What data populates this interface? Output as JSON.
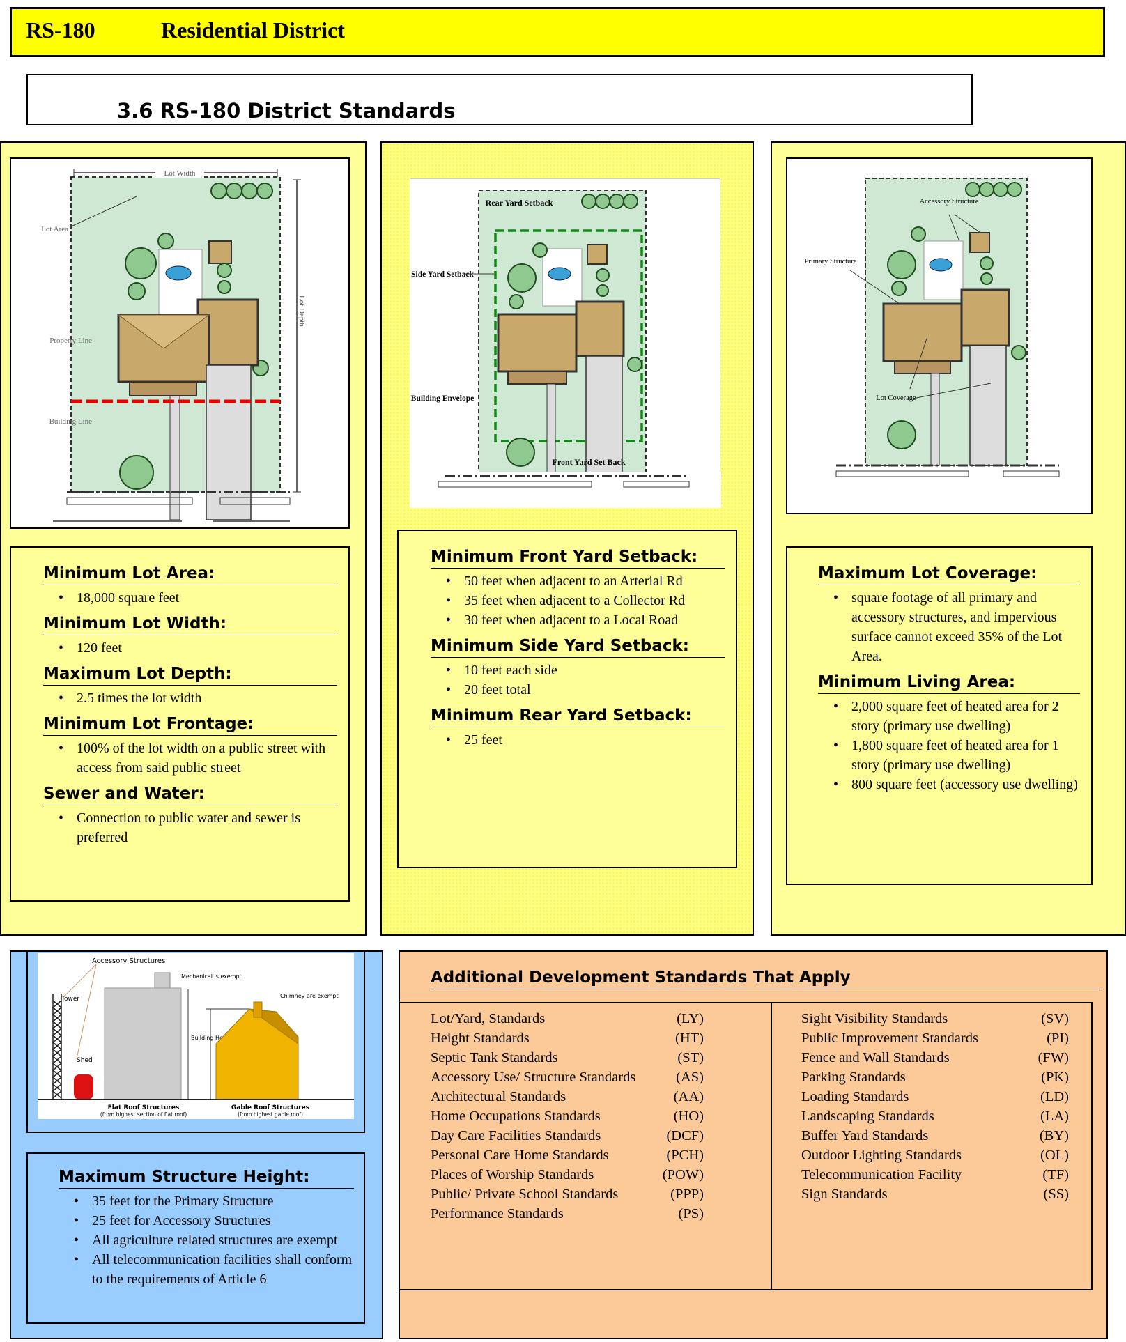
{
  "header": {
    "district_code": "RS-180",
    "district_name": "Residential District"
  },
  "standards_title": "3.6 RS-180  District Standards",
  "diagram1": {
    "labels": {
      "lot_width": "Lot Width",
      "lot_area": "Lot Area",
      "property_line": "Property Line",
      "building_line": "Building Line",
      "lot_depth": "Lot Depth"
    }
  },
  "diagram2": {
    "labels": {
      "rear_yard": "Rear Yard Setback",
      "side_yard": "Side Yard Setback",
      "building_envelope": "Building Envelope",
      "front_yard": "Front Yard Set Back"
    }
  },
  "diagram3": {
    "labels": {
      "accessory": "Accessory Structure",
      "primary": "Primary Structure",
      "lot_coverage": "Lot Coverage"
    }
  },
  "diagram4": {
    "labels": {
      "accessory": "Accessory Structures",
      "tower": "Tower",
      "mechanical": "Mechanical is exempt",
      "chimney": "Chimney are exempt",
      "shed": "Shed",
      "building_height": "Building Height",
      "flat_roof": "Flat Roof Structures",
      "flat_roof_sub": "(from highest section of flat roof)",
      "gable_roof": "Gable Roof Structures",
      "gable_roof_sub": "(from highest gable roof)"
    }
  },
  "lot_standards": {
    "sections": [
      {
        "heading": "Minimum Lot Area:",
        "items": [
          "18,000 square feet"
        ]
      },
      {
        "heading": "Minimum Lot Width:",
        "items": [
          "120 feet"
        ]
      },
      {
        "heading": "Maximum Lot Depth:",
        "items": [
          "2.5 times the lot width"
        ]
      },
      {
        "heading": "Minimum Lot Frontage:",
        "items": [
          "100% of the lot width on a public street with access from said public  street"
        ]
      },
      {
        "heading": "Sewer and Water:",
        "items": [
          "Connection to public water and sewer is preferred"
        ]
      }
    ]
  },
  "setback_standards": {
    "sections": [
      {
        "heading": "Minimum Front Yard Setback:",
        "items": [
          "50 feet when adjacent to an Arterial Rd",
          "35 feet when adjacent to a Collector Rd",
          "30 feet when adjacent to a Local Road"
        ]
      },
      {
        "heading": "Minimum Side Yard Setback:",
        "items": [
          "10 feet each side",
          "20 feet total"
        ]
      },
      {
        "heading": "Minimum Rear Yard Setback:",
        "items": [
          "25 feet"
        ]
      }
    ]
  },
  "coverage_standards": {
    "sections": [
      {
        "heading": "Maximum Lot Coverage:",
        "items": [
          "square footage of all primary and accessory structures, and impervious surface cannot exceed 35% of the Lot Area."
        ]
      },
      {
        "heading": "Minimum Living Area:",
        "items": [
          "2,000 square feet of heated area for 2 story (primary use dwelling)",
          "1,800 square feet of heated area for 1 story (primary use dwelling)",
          "800 square feet (accessory use dwelling)"
        ]
      }
    ]
  },
  "height_standards": {
    "heading": "Maximum Structure Height:",
    "items": [
      "35 feet for the Primary Structure",
      "25 feet for Accessory Structures",
      "All agriculture related structures are exempt",
      "All telecommunication facilities shall conform to the requirements of Article 6"
    ]
  },
  "additional": {
    "heading": "Additional Development Standards That Apply",
    "left": [
      {
        "label": "Lot/Yard, Standards",
        "code": "(LY)"
      },
      {
        "label": "Height Standards",
        "code": "(HT)"
      },
      {
        "label": "Septic Tank Standards",
        "code": "(ST)"
      },
      {
        "label": "Accessory Use/ Structure Standards",
        "code": "(AS)"
      },
      {
        "label": "Architectural Standards",
        "code": "(AA)"
      },
      {
        "label": "Home Occupations Standards",
        "code": "(HO)"
      },
      {
        "label": "Day Care Facilities Standards",
        "code": "(DCF)"
      },
      {
        "label": "Personal Care Home Standards",
        "code": "(PCH)"
      },
      {
        "label": "Places of Worship Standards",
        "code": "(POW)"
      },
      {
        "label": "Public/ Private School Standards",
        "code": "(PPP)"
      },
      {
        "label": "Performance Standards",
        "code": "(PS)"
      }
    ],
    "right": [
      {
        "label": "Sight Visibility Standards",
        "code": "(SV)"
      },
      {
        "label": "Public Improvement Standards",
        "code": "(PI)"
      },
      {
        "label": "Fence and Wall Standards",
        "code": "(FW)"
      },
      {
        "label": "Parking Standards",
        "code": "(PK)"
      },
      {
        "label": "Loading Standards",
        "code": "(LD)"
      },
      {
        "label": "Landscaping Standards",
        "code": "(LA)"
      },
      {
        "label": "Buffer Yard Standards",
        "code": "(BY)"
      },
      {
        "label": "Outdoor Lighting Standards",
        "code": "(OL)"
      },
      {
        "label": "Telecommunication Facility",
        "code": "(TF)"
      },
      {
        "label": "Sign Standards",
        "code": "(SS)"
      }
    ]
  }
}
